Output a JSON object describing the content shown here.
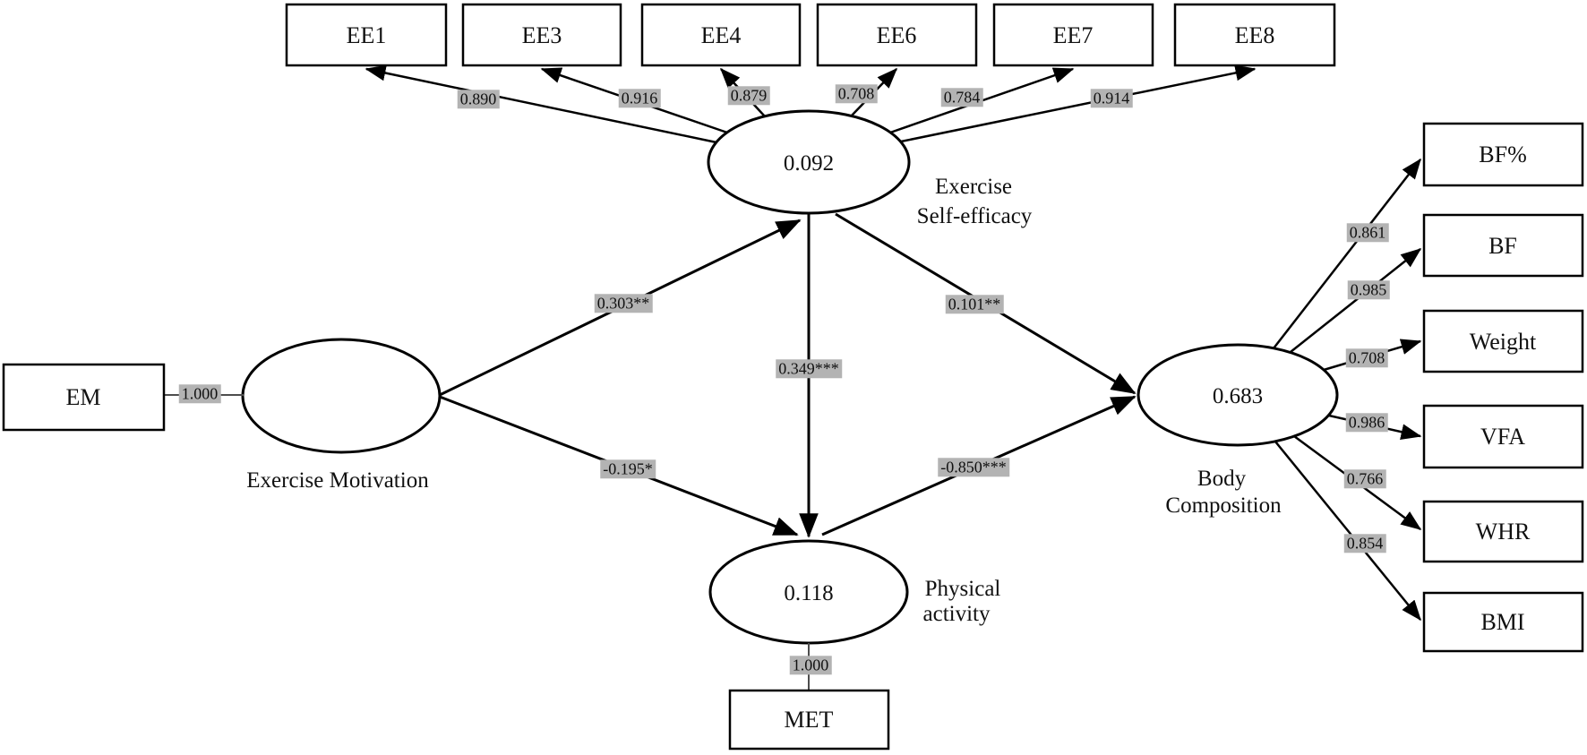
{
  "diagram": {
    "type": "structural-equation-model-path-diagram",
    "colors": {
      "line": "#000000",
      "measurement_line": "#4d4d4d",
      "chip_background": "#b3b3b3",
      "shape_fill": "#ffffff",
      "background": "#ffffff"
    },
    "constructs": {
      "em": {
        "name": "Exercise Motivation",
        "indicator_label": "EM",
        "indicator_loading": "1.000"
      },
      "ese": {
        "r2": "0.092",
        "name_line1": "Exercise",
        "name_line2": "Self-efficacy",
        "indicators": [
          {
            "label": "EE1",
            "loading": "0.890"
          },
          {
            "label": "EE3",
            "loading": "0.916"
          },
          {
            "label": "EE4",
            "loading": "0.879"
          },
          {
            "label": "EE6",
            "loading": "0.708"
          },
          {
            "label": "EE7",
            "loading": "0.784"
          },
          {
            "label": "EE8",
            "loading": "0.914"
          }
        ]
      },
      "pa": {
        "r2": "0.118",
        "name_line1": "Physical",
        "name_line2": "activity",
        "indicator_label": "MET",
        "indicator_loading": "1.000"
      },
      "bc": {
        "r2": "0.683",
        "name_line1": "Body",
        "name_line2": "Composition",
        "indicators": [
          {
            "label": "BF%",
            "loading": "0.861"
          },
          {
            "label": "BF",
            "loading": "0.985"
          },
          {
            "label": "Weight",
            "loading": "0.708"
          },
          {
            "label": "VFA",
            "loading": "0.986"
          },
          {
            "label": "WHR",
            "loading": "0.766"
          },
          {
            "label": "BMI",
            "loading": "0.854"
          }
        ]
      }
    },
    "paths": [
      {
        "from": "Exercise Motivation",
        "to": "Exercise Self-efficacy",
        "coefficient": "0.303**"
      },
      {
        "from": "Exercise Motivation",
        "to": "Physical activity",
        "coefficient": "-0.195*"
      },
      {
        "from": "Exercise Self-efficacy",
        "to": "Physical activity",
        "coefficient": "0.349***"
      },
      {
        "from": "Exercise Self-efficacy",
        "to": "Body Composition",
        "coefficient": "0.101**"
      },
      {
        "from": "Physical activity",
        "to": "Body Composition",
        "coefficient": "-0.850***"
      }
    ]
  }
}
